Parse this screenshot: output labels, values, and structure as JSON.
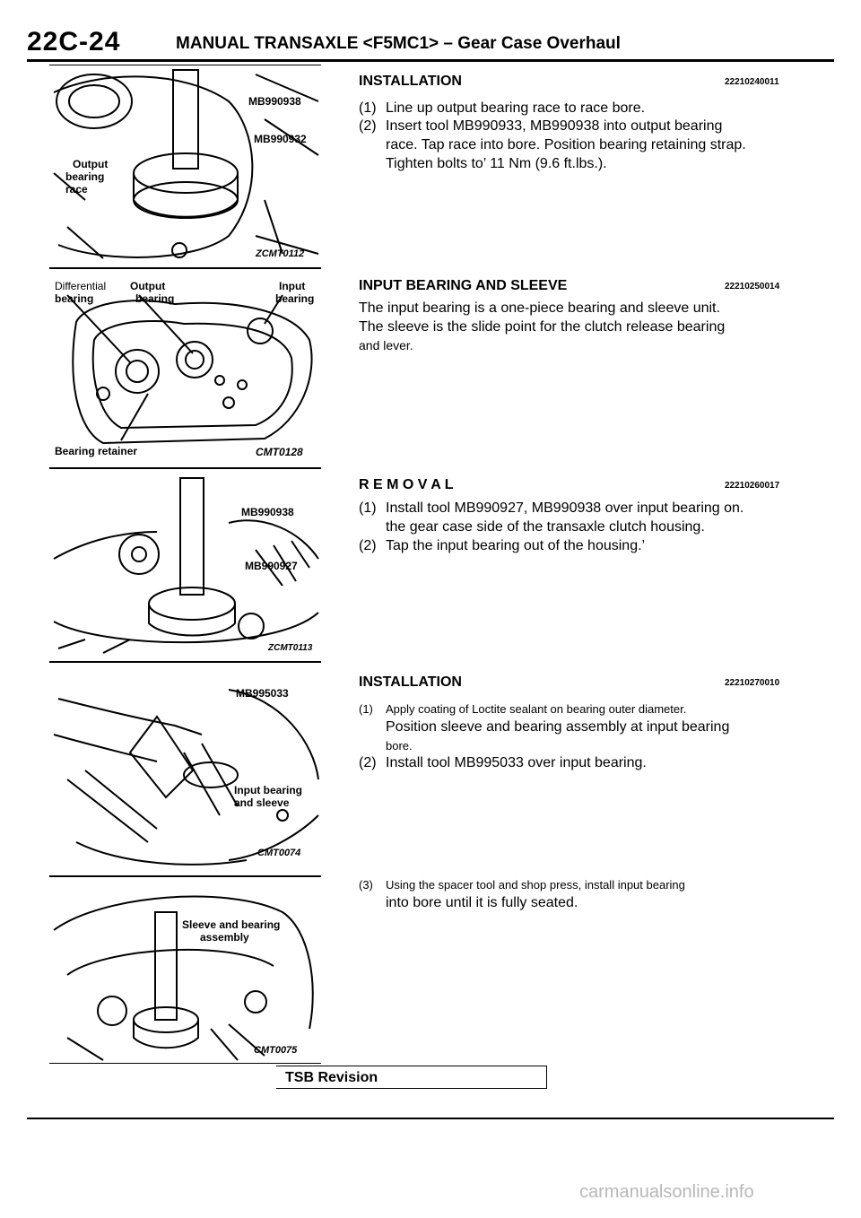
{
  "header": {
    "page_number": "22C-24",
    "title": "MANUAL TRANSAXLE <F5MC1> – Gear Case Overhaul"
  },
  "figures": [
    {
      "labels": [
        "MB990938",
        "MB990932",
        "Output",
        "bearing",
        "race"
      ],
      "code": "ZCMT0112"
    },
    {
      "labels": [
        "Differential",
        "Output",
        "bearing",
        "bearing",
        "Input",
        "bearing",
        "Bearing retainer"
      ],
      "code": "CMT0128"
    },
    {
      "labels": [
        "MB990938",
        "MB990927"
      ],
      "code": "ZCMT0113"
    },
    {
      "labels": [
        "MB995033",
        "Input bearing",
        "and sleeve"
      ],
      "code": "CMT0074"
    },
    {
      "labels": [
        "Sleeve and bearing",
        "assembly"
      ],
      "code": "CMT0075"
    }
  ],
  "sections": {
    "installation1": {
      "title": "INSTALLATION",
      "code": "22210240011",
      "steps": [
        {
          "num": "(1)",
          "text": "Line up output bearing race to race bore."
        },
        {
          "num": "(2)",
          "text": "Insert tool MB990933, MB990938 into output bearing",
          "cont": [
            "race. Tap race into bore. Position bearing retaining strap.",
            "Tighten bolts to’ 11 Nm (9.6 ft.lbs.)."
          ]
        }
      ]
    },
    "input_bearing": {
      "title": "INPUT BEARING AND SLEEVE",
      "code": "22210250014",
      "lines": [
        "The input bearing is a one-piece bearing and sleeve unit.",
        "The sleeve is the slide point for the clutch release bearing",
        "and lever."
      ]
    },
    "removal": {
      "title": "R E M O V A L",
      "code": "22210260017",
      "steps": [
        {
          "num": "(1)",
          "text": "Install tool MB990927, MB990938 over input bearing on.",
          "cont": [
            "the gear case side of the transaxle clutch housing."
          ]
        },
        {
          "num": "(2)",
          "text": "Tap the input bearing out of the housing.’"
        }
      ]
    },
    "installation2": {
      "title": "INSTALLATION",
      "code": "22210270010",
      "steps": [
        {
          "num": "(1)",
          "text": "Apply coating of Loctite sealant on bearing outer diameter.",
          "cont": [
            "Position sleeve and bearing assembly at input bearing",
            "bore."
          ]
        },
        {
          "num": "(2)",
          "text": "Install tool MB995033 over input bearing."
        },
        {
          "num": "(3)",
          "text": "Using the spacer tool and shop press, install input bearing",
          "cont": [
            "into bore until it is fully seated."
          ]
        }
      ]
    }
  },
  "footer": {
    "revision": "TSB Revision",
    "watermark": "carmanualsonline.info"
  }
}
